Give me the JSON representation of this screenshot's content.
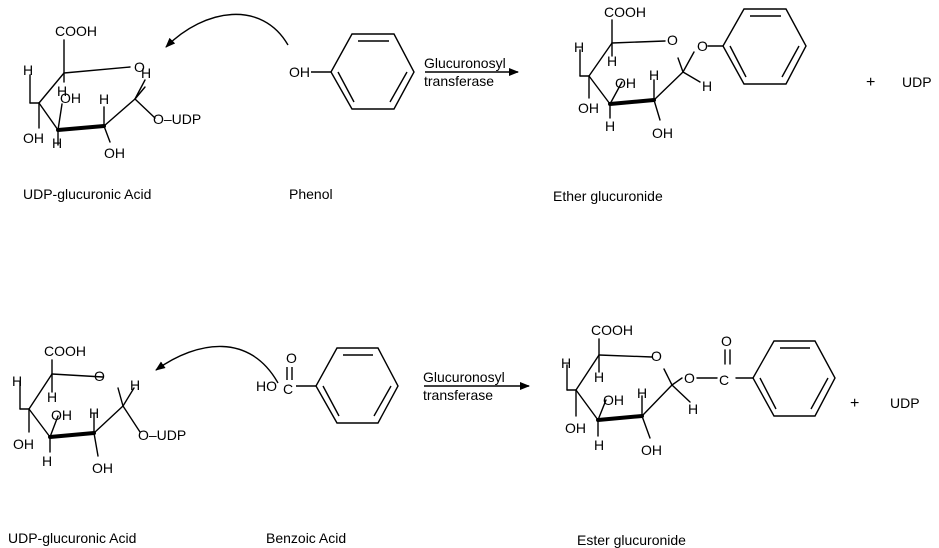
{
  "colors": {
    "ink": "#000000",
    "background": "#ffffff"
  },
  "atoms": {
    "cooh": "COOH",
    "o": "O",
    "h": "H",
    "oh": "OH",
    "udp_link": "O–UDP",
    "oh_link": "OH",
    "ho_link": "HO",
    "c": "C",
    "udp": "UDP",
    "plus": "+"
  },
  "reaction_1": {
    "donor_label": "UDP-glucuronic Acid",
    "acceptor_label": "Phenol",
    "enzyme_line_1": "Glucuronosyl",
    "enzyme_line_2": "transferase",
    "product_label": "Ether glucuronide",
    "byproduct": "UDP"
  },
  "reaction_2": {
    "donor_label": "UDP-glucuronic Acid",
    "acceptor_label": "Benzoic Acid",
    "enzyme_line_1": "Glucuronosyl",
    "enzyme_line_2": "transferase",
    "product_label": "Ester glucuronide",
    "byproduct": "UDP"
  }
}
